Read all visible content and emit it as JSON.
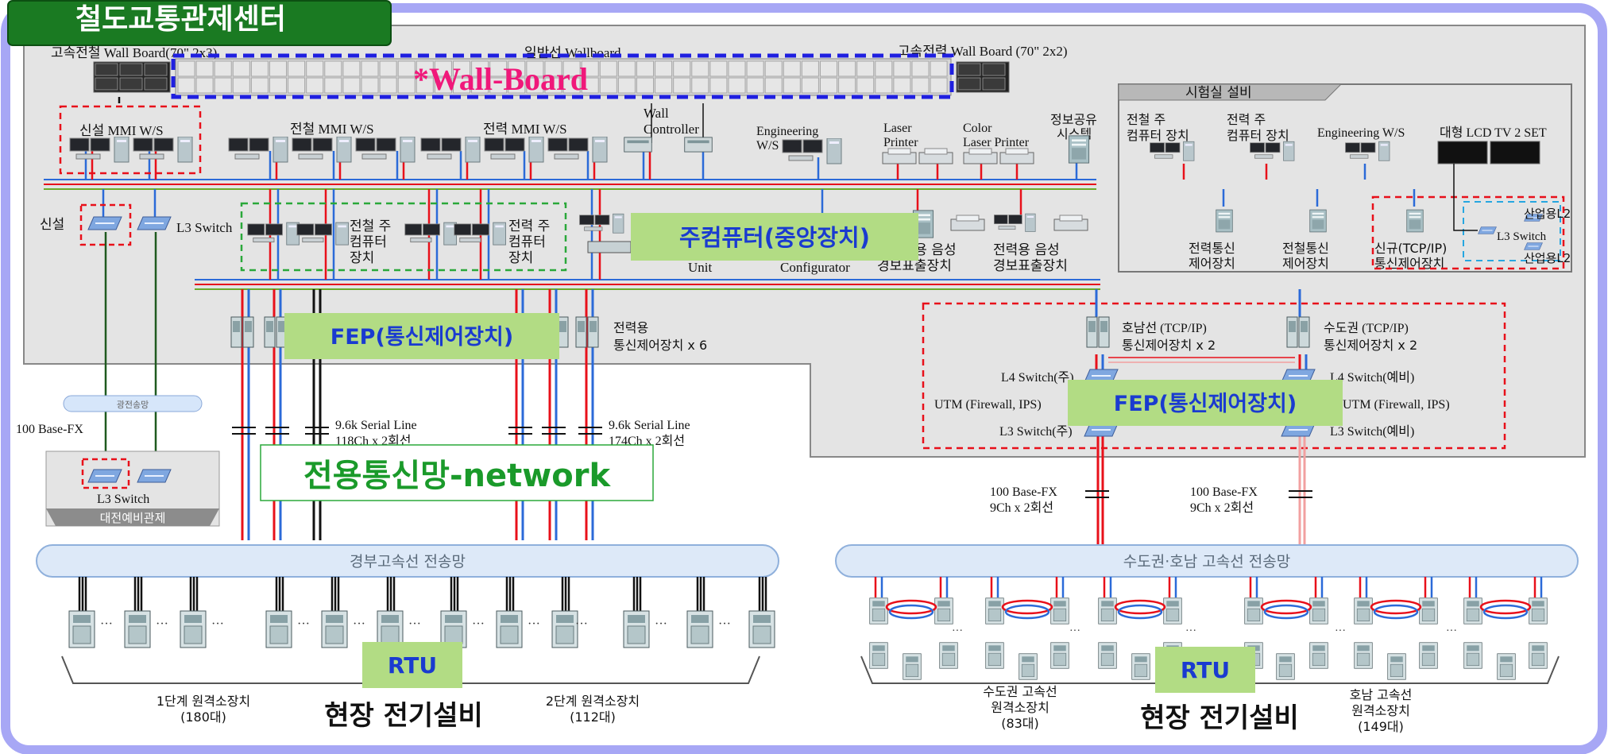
{
  "header": {
    "title": "철도교통관제센터"
  },
  "wallboard": {
    "label_left": "고속전철 Wall Board(70\" 2x3)",
    "label_mid": "일반선 Wallboard",
    "label_right": "고속전력 Wall Board (70\" 2x2)",
    "overlay": "*Wall-Board"
  },
  "lab": {
    "title": "시험실 설비",
    "tv": "대형 LCD TV 2 SET"
  },
  "labels": {
    "new_mmi": "신설 MMI W/S",
    "elec_mmi": "전철 MMI W/S",
    "power_mmi": "전력 MMI W/S",
    "wall_controller_1": "Wall",
    "wall_controller_2": "Controller",
    "eng_1": "Engineering",
    "eng_2": "W/S",
    "laser_1": "Laser",
    "laser_2": "Printer",
    "color_1": "Color",
    "color_2": "Laser Printer",
    "info_1": "정보공유",
    "info_2": "시스템",
    "lab_elec_1": "전철 주",
    "lab_elec_2": "컴퓨터 장치",
    "lab_power_1": "전력 주",
    "lab_power_2": "컴퓨터 장치",
    "lab_eng": "Engineering  W/S",
    "new_sw": "신설",
    "l3sw": "L3 Switch",
    "main_elec_1": "전철 주",
    "main_elec_2": "컴퓨터",
    "main_elec_3": "장치",
    "main_power_1": "전력 주",
    "main_power_2": "컴퓨터",
    "main_power_3": "장치",
    "unit": "Unit",
    "configurator": "Configurator",
    "alarm_elec_1": "전철용 음성",
    "alarm_elec_2": "경보표출장치",
    "alarm_power_1": "전력용 음성",
    "alarm_power_2": "경보표출장치",
    "lab_pcomm_1": "전력통신",
    "lab_pcomm_2": "제어장치",
    "lab_ecomm_1": "전철통신",
    "lab_ecomm_2": "제어장치",
    "lab_new_1": "신규(TCP/IP)",
    "lab_new_2": "통신제어장치",
    "ind_l2_1": "산업용L2",
    "ind_l2_2": "산업용L2",
    "lab_l3": "L3 Switch",
    "power_fep_1": "전력용",
    "power_fep_2": "통신제어장치 x 6",
    "honam_1": "호남선 (TCP/IP)",
    "honam_2": "통신제어장치 x 2",
    "sudo_1": "수도권 (TCP/IP)",
    "sudo_2": "통신제어장치 x 2",
    "l4_main": "L4 Switch(주)",
    "l4_backup": "L4 Switch(예비)",
    "utm_main": "UTM (Firewall,  IPS)",
    "utm_backup": "UTM (Firewall,  IPS)",
    "l3_main": "L3 Switch(주)",
    "l3_backup": "L3 Switch(예비)",
    "optical": "광전송망",
    "base_fx": "100 Base-FX",
    "serial_a1": "9.6k Serial Line",
    "serial_a2": "118Ch x 2회선",
    "serial_b1": "9.6k Serial Line",
    "serial_b2": "174Ch x 2회선",
    "daejeon_l3": "L3 Switch",
    "daejeon": "대전예비관제",
    "bfx_a1": "100 Base-FX",
    "bfx_a2": "9Ch x 2회선",
    "bfx_b1": "100 Base-FX",
    "bfx_b2": "9Ch x 2회선",
    "net_left": "경부고속선 전송망",
    "net_right": "수도권·호남 고속선 전송망",
    "stage1_1": "1단계 원격소장치",
    "stage1_2": "(180대)",
    "stage2_1": "2단계 원격소장치",
    "stage2_2": "(112대)",
    "sudo_rtu_1": "수도권 고속선",
    "sudo_rtu_2": "원격소장치",
    "sudo_rtu_3": "(83대)",
    "honam_rtu_1": "호남 고속선",
    "honam_rtu_2": "원격소장치",
    "honam_rtu_3": "(149대)"
  },
  "callouts": {
    "central": "주컴퓨터(중앙장치)",
    "fep_left": "FEP(통신제어장치)",
    "fep_right": "FEP(통신제어장치)",
    "network": "전용통신망-network",
    "rtu_left": "RTU",
    "rtu_right": "RTU",
    "field_left": "현장 전기설비",
    "field_right": "현장 전기설비"
  },
  "colors": {
    "frame": "#a7a7f5",
    "panel": "#e4e4e4",
    "red": "#e8101a",
    "blue": "#2b6ad8",
    "green": "#6aaa2a",
    "callout_bg": "#b2dc84",
    "title_bg": "#1a7a22",
    "wall_blue": "#1f1fe0",
    "wall_text": "#f0187a"
  }
}
